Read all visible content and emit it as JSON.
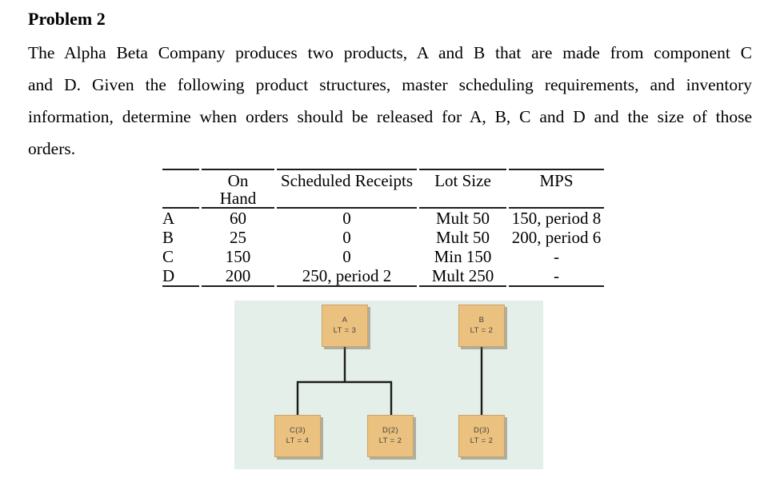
{
  "document": {
    "title": "Problem 2",
    "body_lines": [
      "The Alpha Beta Company produces two products, A and B that are made from component C",
      "and D. Given the following product structures, master scheduling requirements, and inventory",
      "information, determine when orders should be released for A, B, C and D and the size of those",
      "orders."
    ]
  },
  "inventory_table": {
    "headers": {
      "item": "",
      "on_hand": "On\nHand",
      "scheduled_receipts": "Scheduled Receipts",
      "lot_size": "Lot Size",
      "mps": "MPS"
    },
    "rows": [
      {
        "item": "A",
        "on_hand": "60",
        "scheduled_receipts": "0",
        "lot_size": "Mult 50",
        "mps": "150, period 8"
      },
      {
        "item": "B",
        "on_hand": "25",
        "scheduled_receipts": "0",
        "lot_size": "Mult 50",
        "mps": "200, period 6"
      },
      {
        "item": "C",
        "on_hand": "150",
        "scheduled_receipts": "0",
        "lot_size": "Min 150",
        "mps": "-"
      },
      {
        "item": "D",
        "on_hand": "200",
        "scheduled_receipts": "250, period 2",
        "lot_size": "Mult 250",
        "mps": "-"
      }
    ]
  },
  "product_structure": {
    "colors": {
      "panel_background": "#e4efe9",
      "box_fill": "#ebc180",
      "connector": "#1c1c1c"
    },
    "nodes": [
      {
        "name": "A",
        "lead_time": "LT = 3"
      },
      {
        "name": "B",
        "lead_time": "LT = 2"
      },
      {
        "name": "C(3)",
        "lead_time": "LT = 4"
      },
      {
        "name": "D(2)",
        "lead_time": "LT = 2"
      },
      {
        "name": "D(3)",
        "lead_time": "LT = 2"
      }
    ]
  }
}
